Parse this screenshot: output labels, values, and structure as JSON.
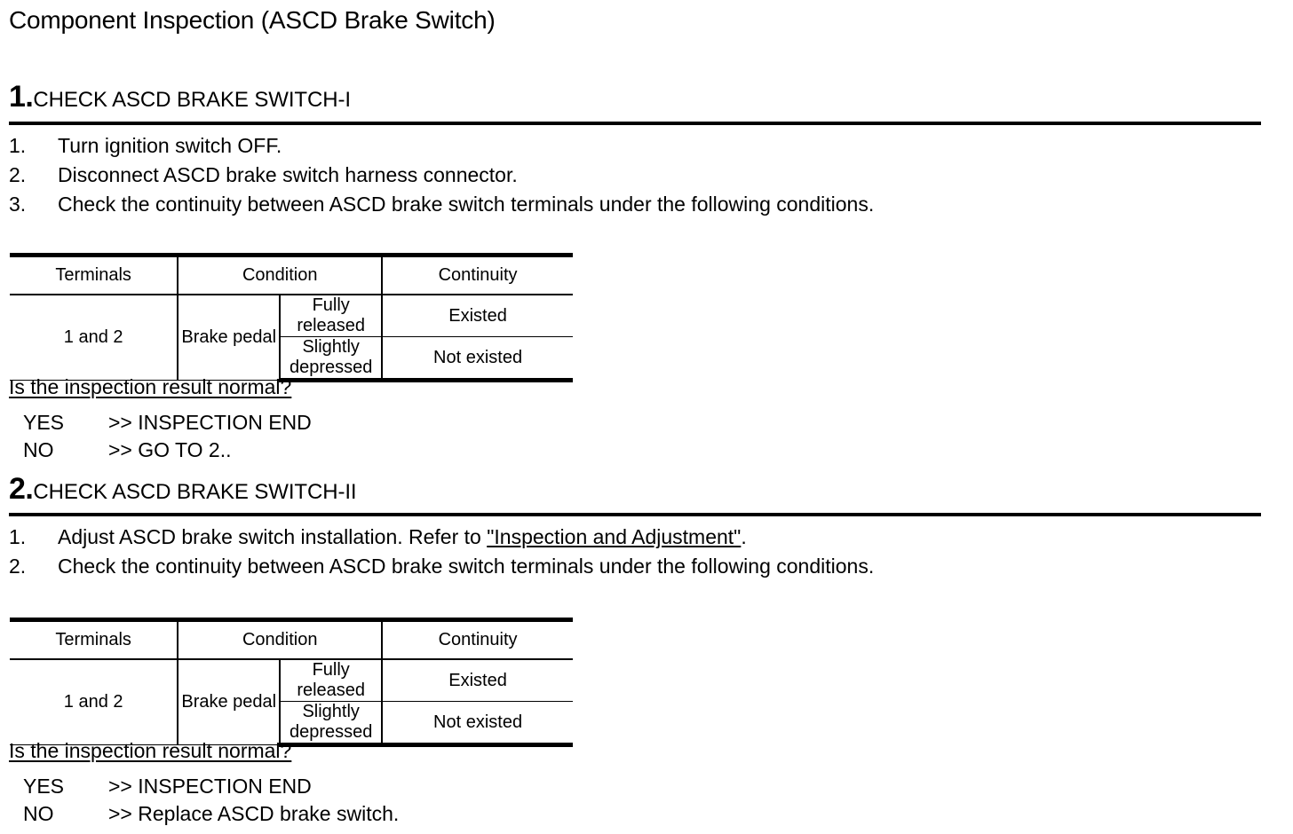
{
  "document": {
    "title": "Component Inspection (ASCD Brake Switch)"
  },
  "steps": [
    {
      "number": "1.",
      "title": "CHECK ASCD BRAKE SWITCH-I",
      "items": [
        {
          "marker": "1.",
          "text": "Turn ignition switch OFF."
        },
        {
          "marker": "2.",
          "text": "Disconnect ASCD brake switch harness connector."
        },
        {
          "marker": "3.",
          "text": "Check the continuity between ASCD brake switch terminals under the following conditions."
        }
      ],
      "table": {
        "headers": {
          "terminals": "Terminals",
          "condition": "Condition",
          "continuity": "Continuity"
        },
        "terminals_value": "1 and 2",
        "component": "Brake pedal",
        "rows": [
          {
            "condition": "Fully released",
            "continuity": "Existed"
          },
          {
            "condition": "Slightly depressed",
            "continuity": "Not existed"
          }
        ]
      },
      "question": "Is the inspection result normal?",
      "answers": [
        {
          "key": "YES",
          "value": ">> INSPECTION END"
        },
        {
          "key": "NO",
          "value": ">> GO TO 2.."
        }
      ]
    },
    {
      "number": "2.",
      "title": "CHECK ASCD BRAKE SWITCH-II",
      "items": [
        {
          "marker": "1.",
          "text_before": "Adjust ASCD brake switch installation. Refer to ",
          "link": "\"Inspection and Adjustment\"",
          "text_after": "."
        },
        {
          "marker": "2.",
          "text": "Check the continuity between ASCD brake switch terminals under the following conditions."
        }
      ],
      "table": {
        "headers": {
          "terminals": "Terminals",
          "condition": "Condition",
          "continuity": "Continuity"
        },
        "terminals_value": "1 and 2",
        "component": "Brake pedal",
        "rows": [
          {
            "condition": "Fully released",
            "continuity": "Existed"
          },
          {
            "condition": "Slightly depressed",
            "continuity": "Not existed"
          }
        ]
      },
      "question": "Is the inspection result normal?",
      "answers": [
        {
          "key": "YES",
          "value": ">> INSPECTION END"
        },
        {
          "key": "NO",
          "value": ">> Replace ASCD brake switch."
        }
      ]
    }
  ]
}
